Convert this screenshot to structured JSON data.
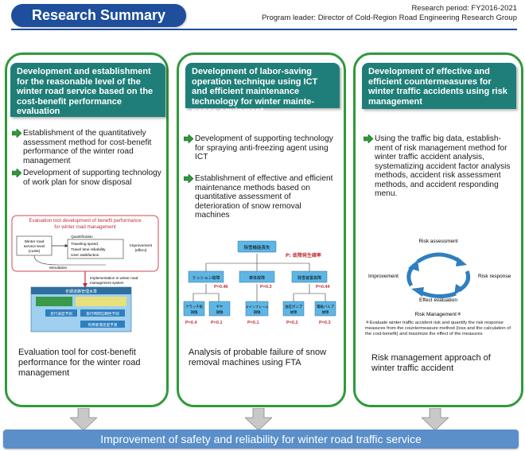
{
  "header": {
    "title": "Research Summary",
    "period": "Research period: FY2016-2021",
    "leader": "Program leader: Director of Cold-Region Road Engineering Research Group"
  },
  "columns": [
    {
      "heading": "Development and establishment for the reasonable level of the winter road service based on the cost-benefit performance evaluation",
      "bullets": [
        "Establishment of the quantitatively assessment method for cost-benefit performance of the winter road management",
        "Development of supporting technology of work plan for snow disposal"
      ],
      "figure": {
        "tool_title": "Evaluation tool development of benefit performance for winter road management",
        "quantification": "Quantification",
        "service_level": "Winter road service level (costs)",
        "effects": [
          "Traveling speed",
          "Travel time reliability",
          "User satisfaction"
        ],
        "improvement": "Improvement (effect)",
        "simulation": "Simulation",
        "implementation": "Implementation in winter road management system",
        "screen_header": "冬期道路管理水準",
        "screen_buttons": [
          "走行速度予測",
          "旅行時間信頼性予測",
          "利用者満足度予測"
        ]
      },
      "caption": "Evaluation tool for cost-benefit performance for the winter road management"
    },
    {
      "heading": "Development of labor-saving operation technique using ICT and efficient maintenance technology for winter mainte-nance equipment",
      "bullets": [
        "Development of supporting technology for spraying anti-freezing agent using ICT",
        "Establishment of effective and efficient maintenance methods based on quantitative assessment of deterioration of snow removal machines"
      ],
      "fta": {
        "top": "除雪機能喪失",
        "top_prob": "P: 故障発生確率",
        "mid": [
          {
            "label": "ミッション故障",
            "prob": "P=0.46"
          },
          {
            "label": "車体故障",
            "prob": "P=0.3"
          },
          {
            "label": "除雪装置故障",
            "prob": "P=0.44"
          }
        ],
        "leaves": [
          {
            "label": "クラッチ板損傷",
            "prob": "P=0.4"
          },
          {
            "label": "ギヤ損傷",
            "prob": "P=0.1"
          },
          {
            "label": "メインフレーム損傷",
            "prob": "P=0.1"
          },
          {
            "label": "油圧ポンプ故障",
            "prob": "P=0.2"
          },
          {
            "label": "電磁バルブ故障",
            "prob": "P=0.3"
          }
        ]
      },
      "caption": "Analysis of probable failure of snow removal machines using FTA"
    },
    {
      "heading": "Development of effective and efficient countermeasures for winter traffic accidents using risk management",
      "bullets": [
        "Using the traffic big data, establish-ment of risk management method for winter traffic accident analysis, systematizing accident factor analysis methods, accident risk assessment methods, and accident responding menu."
      ],
      "cycle": {
        "top": "Risk assessment",
        "right": "Risk response",
        "bottom": "Effect evaluation",
        "left": "Improvement",
        "title": "Risk Management＊",
        "note": "＊Evaluate winter traffic accident risk and quantify the risk response measures from the countermeasure method (loss and the calculation of the cost-benefit) and maximize the effect of the measures"
      },
      "caption": "Risk management approach of winter traffic accident"
    }
  ],
  "footer": {
    "label": "Improvement of safety and reliability for winter road traffic service"
  },
  "colors": {
    "navy": "#1e4e9c",
    "green_border": "#2f9a3a",
    "teal_header": "#1f7f78",
    "arrow_green": "#2f9a3a",
    "fta_blue": "#5fb6e4",
    "footer_blue": "#5a8fc9"
  }
}
